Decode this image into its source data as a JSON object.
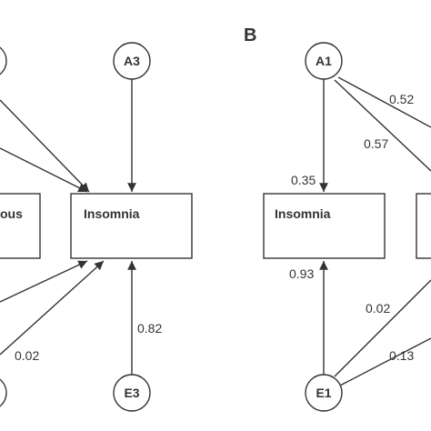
{
  "panels": {
    "b": "B"
  },
  "nodes": {
    "a3": "A3",
    "a1": "A1",
    "e3": "E3",
    "e1": "E1",
    "insomnia_a": "Insomnia",
    "insomnia_b": "Insomnia",
    "partial_left": "ous"
  },
  "coefficients": {
    "a_e3_insomnia": "0.82",
    "a_lower_left": "0.02",
    "b_a1_insomnia": "0.35",
    "b_a1_right_top": "0.52",
    "b_a1_right_mid": "0.57",
    "b_e1_insomnia": "0.93",
    "b_e1_right_mid": "0.02",
    "b_e1_right_low": "0.13"
  },
  "colors": {
    "ink": "#333333",
    "background": "#ffffff"
  }
}
